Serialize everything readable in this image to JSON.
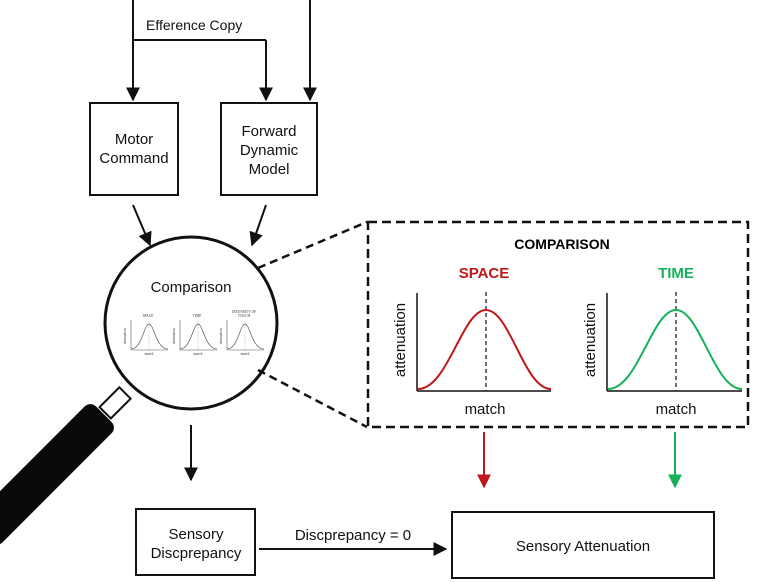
{
  "labels": {
    "efference_copy": "Efference Copy",
    "motor_command": [
      "Motor",
      "Command"
    ],
    "forward_model": [
      "Forward",
      "Dynamic",
      "Model"
    ],
    "comparison": "Comparison",
    "sensory_discrepancy": [
      "Sensory",
      "Discprepancy"
    ],
    "discrepancy_zero": "Discprepancy = 0",
    "sensory_attenuation": "Sensory Attenuation"
  },
  "mini_plots": [
    {
      "title": [
        "SPACE"
      ],
      "ylabel": "attenuation",
      "xlabel": "match"
    },
    {
      "title": [
        "TIME"
      ],
      "ylabel": "attenuation",
      "xlabel": "match"
    },
    {
      "title": [
        "INTENSITY OF",
        "TOUCH"
      ],
      "ylabel": "attenuation",
      "xlabel": "match"
    }
  ],
  "inset": {
    "header": "COMPARISON",
    "panels": [
      {
        "title": "SPACE",
        "ylabel": "attenuation",
        "xlabel": "match",
        "color": "#c0171c"
      },
      {
        "title": "TIME",
        "ylabel": "attenuation",
        "xlabel": "match",
        "color": "#16b25a"
      }
    ]
  },
  "colors": {
    "space": "#c0171c",
    "time": "#16b25a",
    "handle": "#0a0a0a",
    "line": "#111111"
  }
}
